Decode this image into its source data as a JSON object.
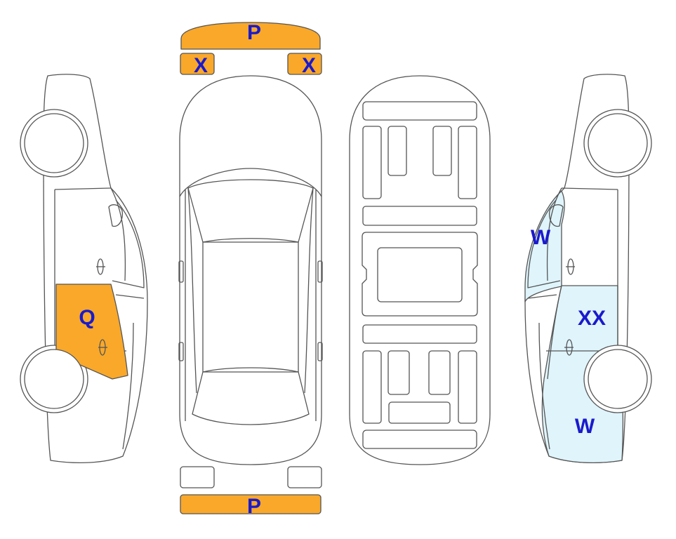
{
  "colors": {
    "outline": "#555555",
    "background": "#ffffff",
    "damage_orange": "#f9a82a",
    "damage_light_blue": "#dff4fb",
    "code_text": "#1a1acc"
  },
  "views": {
    "left_side": {
      "codes": {
        "rear_door": "Q"
      }
    },
    "top": {
      "codes": {
        "front_bumper": "P",
        "front_left_light": "X",
        "front_right_light": "X",
        "rear_bumper": "P"
      }
    },
    "underside": {},
    "right_side": {
      "codes": {
        "pillar": "W",
        "rear_door": "XX",
        "quarter_panel": "W"
      }
    }
  }
}
